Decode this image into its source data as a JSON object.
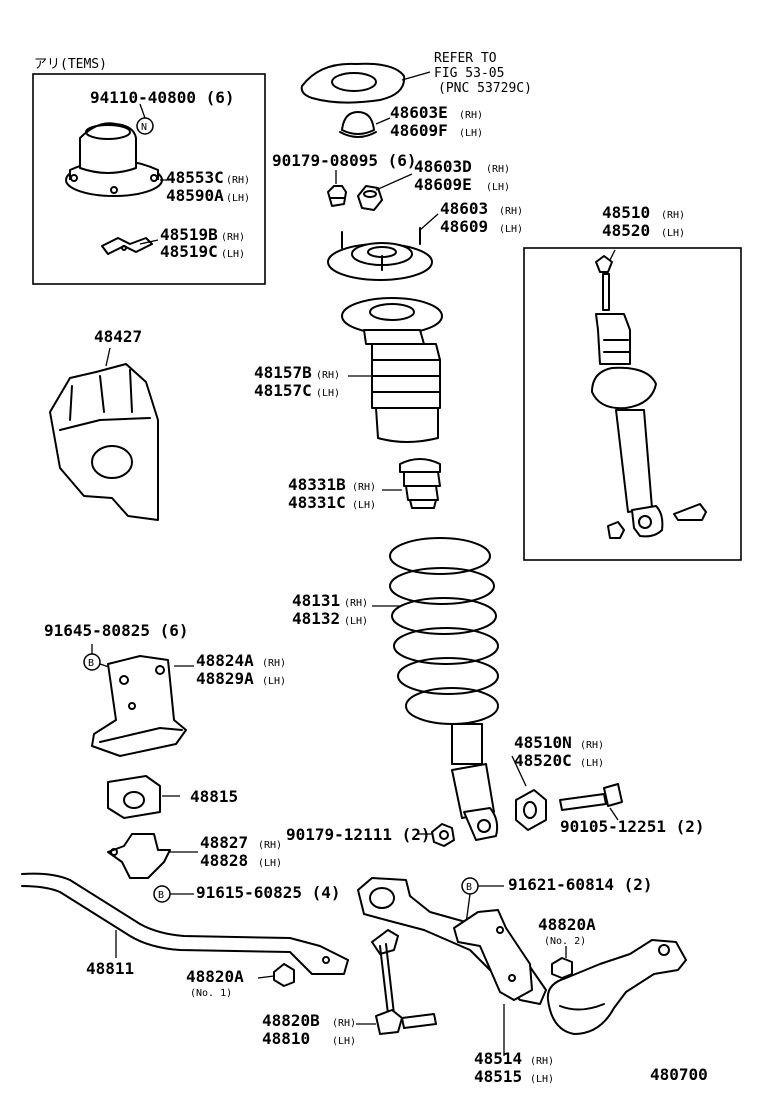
{
  "header": {
    "tems_label": "アリ(TEMS)",
    "refer_line1": "REFER TO",
    "refer_line2": "FIG 53-05",
    "refer_line3": "(PNC 53729C)"
  },
  "symbols": {
    "n_symbol": "N",
    "b_symbol": "B"
  },
  "parts": {
    "p94110": "94110-40800 (6)",
    "p48553c": "48553C",
    "p48553c_side": "(RH)",
    "p48590a": "48590A",
    "p48590a_side": "(LH)",
    "p48519b": "48519B",
    "p48519b_side": "(RH)",
    "p48519c": "48519C",
    "p48519c_side": "(LH)",
    "p48603e": "48603E",
    "p48603e_side": "(RH)",
    "p48609f": "48609F",
    "p48609f_side": "(LH)",
    "p90179a": "90179-08095 (6)",
    "p48603d": "48603D",
    "p48603d_side": "(RH)",
    "p48609e": "48609E",
    "p48609e_side": "(LH)",
    "p48603": "48603",
    "p48603_side": "(RH)",
    "p48609": "48609",
    "p48609_side": "(LH)",
    "p48510": "48510",
    "p48510_side": "(RH)",
    "p48520": "48520",
    "p48520_side": "(LH)",
    "p48427": "48427",
    "p48157b": "48157B",
    "p48157b_side": "(RH)",
    "p48157c": "48157C",
    "p48157c_side": "(LH)",
    "p48331b": "48331B",
    "p48331b_side": "(RH)",
    "p48331c": "48331C",
    "p48331c_side": "(LH)",
    "p48131": "48131",
    "p48131_side": "(RH)",
    "p48132": "48132",
    "p48132_side": "(LH)",
    "p91645": "91645-80825 (6)",
    "p48824a": "48824A",
    "p48824a_side": "(RH)",
    "p48829a": "48829A",
    "p48829a_side": "(LH)",
    "p48815": "48815",
    "p48510n": "48510N",
    "p48510n_side": "(RH)",
    "p48520c": "48520C",
    "p48520c_side": "(LH)",
    "p90179b": "90179-12111 (2)",
    "p90105": "90105-12251 (2)",
    "p48827": "48827",
    "p48827_side": "(RH)",
    "p48828": "48828",
    "p48828_side": "(LH)",
    "p91615": "91615-60825 (4)",
    "p91621": "91621-60814 (2)",
    "p48820a_r": "48820A",
    "p48820a_r_note": "(No. 2)",
    "p48811": "48811",
    "p48820a_l": "48820A",
    "p48820a_l_note": "(No. 1)",
    "p48820b": "48820B",
    "p48820b_side": "(RH)",
    "p48810": "48810",
    "p48810_side": "(LH)",
    "p48514": "48514",
    "p48514_side": "(RH)",
    "p48515": "48515",
    "p48515_side": "(LH)"
  },
  "footer": {
    "diagram_number": "480700"
  }
}
